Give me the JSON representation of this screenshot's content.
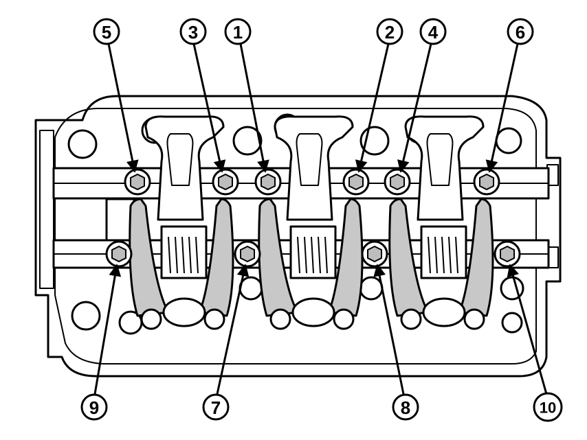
{
  "callouts": [
    {
      "id": "c1",
      "label": "1"
    },
    {
      "id": "c2",
      "label": "2"
    },
    {
      "id": "c3",
      "label": "3"
    },
    {
      "id": "c4",
      "label": "4"
    },
    {
      "id": "c5",
      "label": "5"
    },
    {
      "id": "c6",
      "label": "6"
    },
    {
      "id": "c7",
      "label": "7"
    },
    {
      "id": "c8",
      "label": "8"
    },
    {
      "id": "c9",
      "label": "9"
    },
    {
      "id": "c10",
      "label": "10"
    }
  ],
  "colors": {
    "line": "#000000",
    "fill": "#ffffff",
    "shade": "#c8c8c8"
  }
}
